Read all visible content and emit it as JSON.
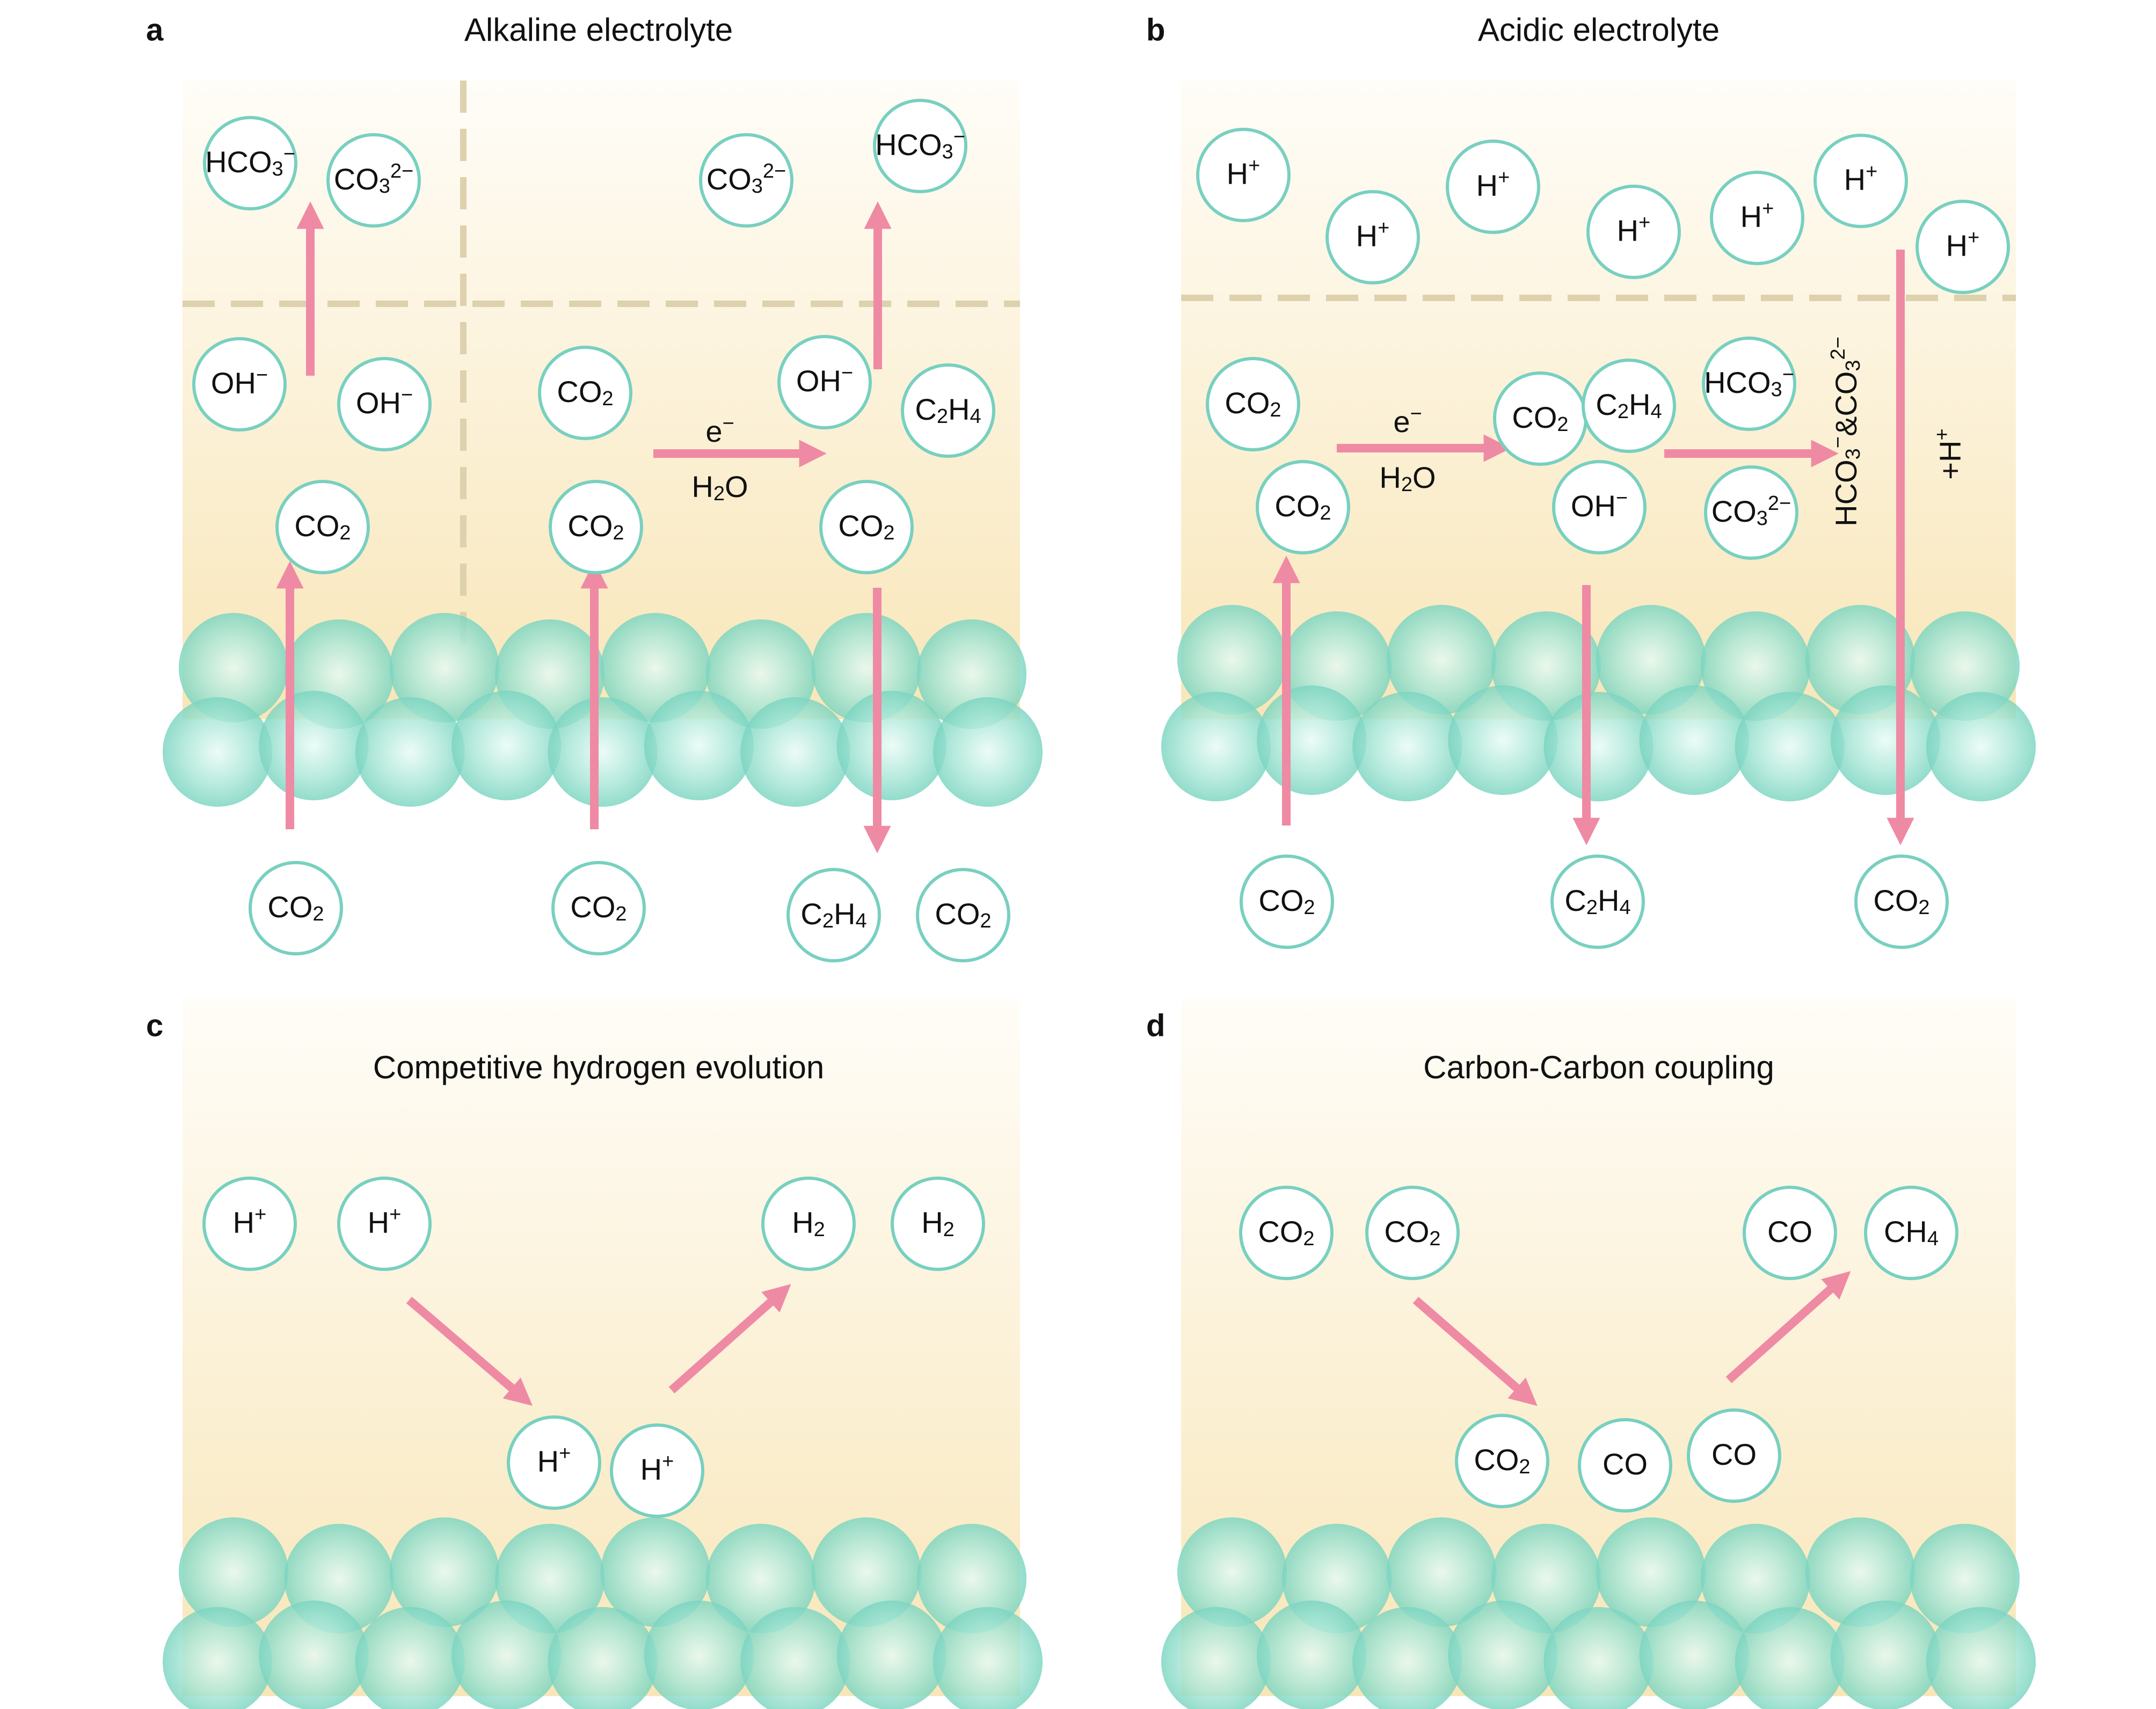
{
  "colors": {
    "background": "#ffffff",
    "electrolyte_top": "#fffdf8",
    "electrolyte_bottom": "#f8e6b8",
    "catalyst_light": "#e8fbf5",
    "catalyst_dark": "#6fd0bb",
    "molecule_outline": "#78d0c0",
    "arrow": "#ef8aa4",
    "dashed_line": "#ddd1ae",
    "edge_shadow": "#8fa3a5"
  },
  "panels": [
    {
      "letter": "a",
      "title": "Alkaline electrolyte",
      "molecules": [
        {
          "id": "hco3-1",
          "base": "HCO",
          "sub": "3",
          "sup": "−"
        },
        {
          "id": "co3-1",
          "base": "CO",
          "sub": "3",
          "sup": "2−"
        },
        {
          "id": "co3-2",
          "base": "CO",
          "sub": "3",
          "sup": "2−"
        },
        {
          "id": "hco3-2",
          "base": "HCO",
          "sub": "3",
          "sup": "−"
        },
        {
          "id": "oh-1",
          "base": "OH",
          "sup": "−"
        },
        {
          "id": "oh-2",
          "base": "OH",
          "sup": "−"
        },
        {
          "id": "co2-1",
          "base": "CO",
          "sub": "2"
        },
        {
          "id": "oh-3",
          "base": "OH",
          "sup": "−"
        },
        {
          "id": "c2h4-1",
          "base": "C",
          "sub": "2",
          "base2": "H",
          "sub2": "4"
        },
        {
          "id": "co2-2",
          "base": "CO",
          "sub": "2"
        },
        {
          "id": "co2-3",
          "base": "CO",
          "sub": "2"
        },
        {
          "id": "co2-4",
          "base": "CO",
          "sub": "2"
        },
        {
          "id": "co2-5",
          "base": "CO",
          "sub": "2"
        },
        {
          "id": "co2-6",
          "base": "CO",
          "sub": "2"
        },
        {
          "id": "c2h4-2",
          "base": "C",
          "sub": "2",
          "base2": "H",
          "sub2": "4"
        },
        {
          "id": "co2-7",
          "base": "CO",
          "sub": "2"
        }
      ],
      "labels": [
        {
          "id": "electron",
          "base": "e",
          "sup": "−"
        },
        {
          "id": "water",
          "base": "H",
          "sub": "2",
          "base2": "O"
        }
      ]
    },
    {
      "letter": "b",
      "title": "Acidic electrolyte",
      "molecules": [
        {
          "id": "h-1",
          "base": "H",
          "sup": "+"
        },
        {
          "id": "h-2",
          "base": "H",
          "sup": "+"
        },
        {
          "id": "h-3",
          "base": "H",
          "sup": "+"
        },
        {
          "id": "h-4",
          "base": "H",
          "sup": "+"
        },
        {
          "id": "h-5",
          "base": "H",
          "sup": "+"
        },
        {
          "id": "h-6",
          "base": "H",
          "sup": "+"
        },
        {
          "id": "h-7",
          "base": "H",
          "sup": "+"
        },
        {
          "id": "co2-1",
          "base": "CO",
          "sub": "2"
        },
        {
          "id": "co2-2",
          "base": "CO",
          "sub": "2"
        },
        {
          "id": "co2-3",
          "base": "CO",
          "sub": "2"
        },
        {
          "id": "c2h4-1",
          "base": "C",
          "sub": "2",
          "base2": "H",
          "sub2": "4"
        },
        {
          "id": "hco3-1",
          "base": "HCO",
          "sub": "3",
          "sup": "−"
        },
        {
          "id": "oh-1",
          "base": "OH",
          "sup": "−"
        },
        {
          "id": "co3-1",
          "base": "CO",
          "sub": "3",
          "sup": "2−"
        },
        {
          "id": "co2-4",
          "base": "CO",
          "sub": "2"
        },
        {
          "id": "c2h4-2",
          "base": "C",
          "sub": "2",
          "base2": "H",
          "sub2": "4"
        },
        {
          "id": "co2-5",
          "base": "CO",
          "sub": "2"
        }
      ],
      "labels": [
        {
          "id": "electron",
          "base": "e",
          "sup": "−"
        },
        {
          "id": "water",
          "base": "H",
          "sub": "2",
          "base2": "O"
        },
        {
          "id": "carbonate-mix",
          "base": "HCO",
          "sub": "3",
          "sup": "−",
          "base2": "&CO",
          "sub2": "3",
          "sup2": "2−"
        },
        {
          "id": "plus-proton",
          "base": "+H",
          "sup": "+"
        }
      ]
    },
    {
      "letter": "c",
      "title": "Competitive hydrogen evolution",
      "molecules": [
        {
          "id": "h-1",
          "base": "H",
          "sup": "+"
        },
        {
          "id": "h-2",
          "base": "H",
          "sup": "+"
        },
        {
          "id": "h2-1",
          "base": "H",
          "sub": "2"
        },
        {
          "id": "h2-2",
          "base": "H",
          "sub": "2"
        },
        {
          "id": "h-3",
          "base": "H",
          "sup": "+"
        },
        {
          "id": "h-4",
          "base": "H",
          "sup": "+"
        }
      ],
      "labels": []
    },
    {
      "letter": "d",
      "title": "Carbon-Carbon coupling",
      "molecules": [
        {
          "id": "co2-1",
          "base": "CO",
          "sub": "2"
        },
        {
          "id": "co2-2",
          "base": "CO",
          "sub": "2"
        },
        {
          "id": "co-1",
          "base": "CO"
        },
        {
          "id": "ch4-1",
          "base": "CH",
          "sub": "4"
        },
        {
          "id": "co2-3",
          "base": "CO",
          "sub": "2"
        },
        {
          "id": "co-2",
          "base": "CO"
        },
        {
          "id": "co-3",
          "base": "CO"
        }
      ],
      "labels": []
    }
  ]
}
